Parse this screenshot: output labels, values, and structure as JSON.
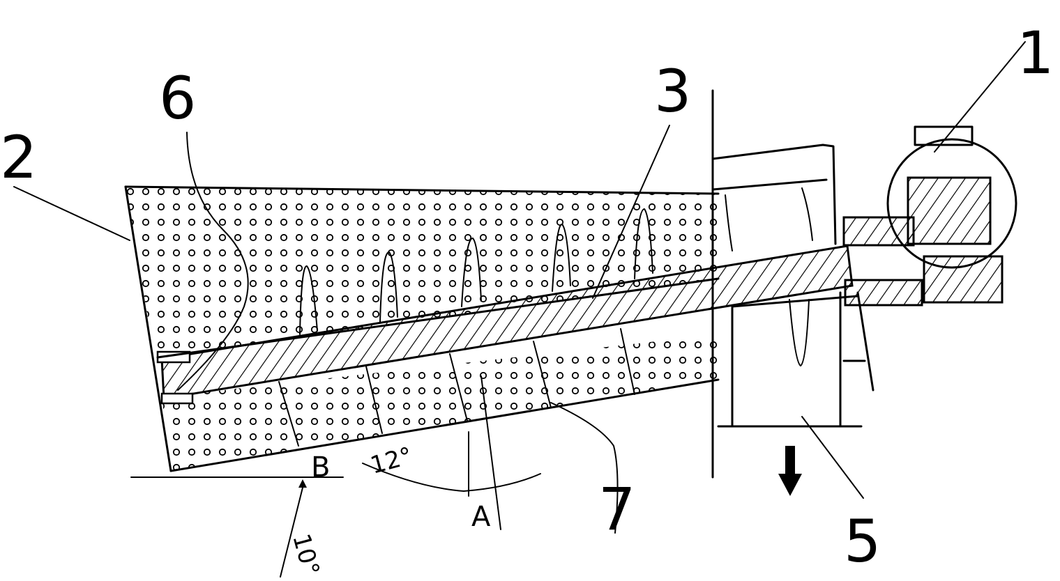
{
  "labels": {
    "part1": "1",
    "part2": "2",
    "part3": "3",
    "part5": "5",
    "part6": "6",
    "part7": "7",
    "point_a": "A",
    "point_b": "B",
    "angle_12": "12°",
    "angle_10": "10°"
  }
}
